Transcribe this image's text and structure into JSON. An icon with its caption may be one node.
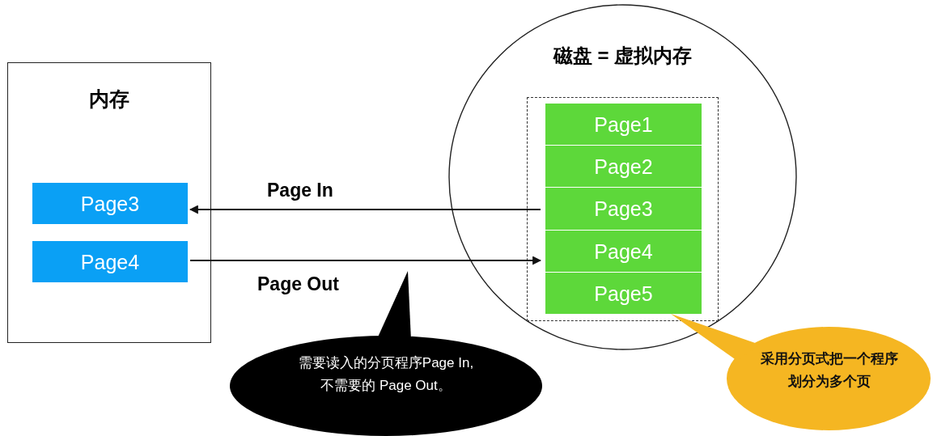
{
  "diagram": {
    "nodes": [
      {
        "text": [
          "内存"
        ]
      },
      {
        "text": [
          "Page3"
        ],
        "in": 0
      },
      {
        "text": [
          "Page4"
        ],
        "in": 0
      },
      {
        "text": [
          "磁盘 = 虚拟内存"
        ]
      },
      {
        "text": [],
        "shape": "box",
        "in": 3
      },
      {
        "text": [
          "Page1"
        ],
        "in": 4
      },
      {
        "text": [
          "Page2"
        ],
        "in": 4
      },
      {
        "text": [
          "Page3"
        ],
        "in": 4
      },
      {
        "text": [
          "Page4"
        ],
        "in": 4
      },
      {
        "text": [
          "Page5"
        ],
        "in": 4
      },
      {
        "text": [
          "需要读入的分页程序Page In,不需要的 Page Out。"
        ]
      },
      {
        "text": [
          "采用分页式把一个程序划分为多个页"
        ]
      }
    ],
    "edges": [
      {
        "from": 7,
        "to": 1,
        "arrow": "to",
        "label": "Page In"
      },
      {
        "from": 2,
        "to": 8,
        "arrow": "to",
        "label": "Page Out"
      }
    ]
  }
}
